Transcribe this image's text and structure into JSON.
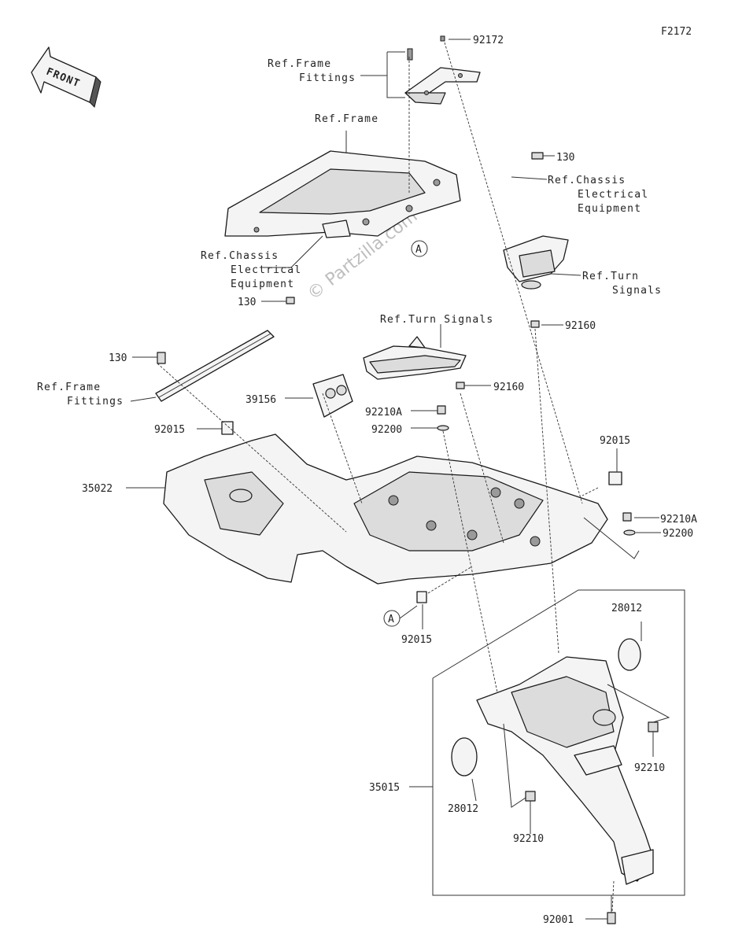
{
  "diagram": {
    "figure_code": "F2172",
    "front_label": "FRONT",
    "watermark": "© Partzilla.com",
    "callout_marker": "A",
    "labels": {
      "ref_frame_fittings_top_1": "Ref.Frame",
      "ref_frame_fittings_top_2": "Fittings",
      "ref_frame": "Ref.Frame",
      "ref_chassis_right_1": "Ref.Chassis",
      "ref_chassis_right_2": "Electrical",
      "ref_chassis_right_3": "Equipment",
      "ref_chassis_left_1": "Ref.Chassis",
      "ref_chassis_left_2": "Electrical",
      "ref_chassis_left_3": "Equipment",
      "ref_turn_right_1": "Ref.Turn",
      "ref_turn_right_2": "Signals",
      "ref_turn_center": "Ref.Turn Signals",
      "ref_frame_fittings_left_1": "Ref.Frame",
      "ref_frame_fittings_left_2": "Fittings"
    },
    "parts": {
      "p92172": "92172",
      "p130_top": "130",
      "p130_mid": "130",
      "p130_left": "130",
      "p92160_a": "92160",
      "p92160_b": "92160",
      "p39156": "39156",
      "p92210A_a": "92210A",
      "p92200_a": "92200",
      "p92015_left": "92015",
      "p92015_right": "92015",
      "p92015_bottom": "92015",
      "p35022": "35022",
      "p92210A_b": "92210A",
      "p92200_b": "92200",
      "p28012_top": "28012",
      "p28012_bottom": "28012",
      "p92210_right": "92210",
      "p92210_bottom": "92210",
      "p35015": "35015",
      "p92001": "92001"
    }
  }
}
